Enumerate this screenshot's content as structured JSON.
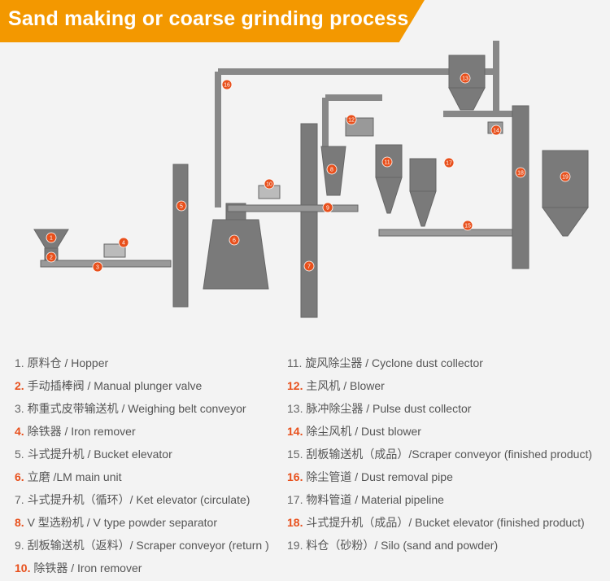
{
  "title": "Sand making or coarse grinding process",
  "colors": {
    "accent": "#f39800",
    "highlight": "#e8501c",
    "equipment": "#7a7a7a"
  },
  "legend_left": [
    {
      "num": "1.",
      "text": "原料仓 / Hopper",
      "hl": false
    },
    {
      "num": "2.",
      "text": "手动插棒阀 / Manual plunger valve",
      "hl": true
    },
    {
      "num": "3.",
      "text": "称重式皮带输送机 / Weighing belt conveyor",
      "hl": false
    },
    {
      "num": "4.",
      "text": "除铁器 / Iron remover",
      "hl": true
    },
    {
      "num": "5.",
      "text": "斗式提升机 / Bucket elevator",
      "hl": false
    },
    {
      "num": "6.",
      "text": "立磨 /LM main unit",
      "hl": true
    },
    {
      "num": "7.",
      "text": "斗式提升机（循环）/ Ket elevator (circulate)",
      "hl": false
    },
    {
      "num": "8.",
      "text": "V 型选粉机 / V type powder separator",
      "hl": true
    },
    {
      "num": "9.",
      "text": "刮板输送机（返料）/ Scraper conveyor (return )",
      "hl": false
    },
    {
      "num": "10.",
      "text": "除铁器 / Iron remover",
      "hl": true
    }
  ],
  "legend_right": [
    {
      "num": "11.",
      "text": "旋风除尘器 / Cyclone dust collector",
      "hl": false
    },
    {
      "num": "12.",
      "text": "主风机 / Blower",
      "hl": true
    },
    {
      "num": "13.",
      "text": "脉冲除尘器 / Pulse dust collector",
      "hl": false
    },
    {
      "num": "14.",
      "text": "除尘风机 / Dust blower",
      "hl": true
    },
    {
      "num": "15.",
      "text": "刮板输送机（成品）/Scraper conveyor (finished product)",
      "hl": false
    },
    {
      "num": "16.",
      "text": "除尘管道 / Dust removal pipe",
      "hl": true
    },
    {
      "num": "17.",
      "text": "物料管道 / Material pipeline",
      "hl": false
    },
    {
      "num": "18.",
      "text": "斗式提升机（成品）/ Bucket elevator (finished product)",
      "hl": true
    },
    {
      "num": "19.",
      "text": "料仓（砂粉）/ Silo (sand and powder)",
      "hl": false
    }
  ],
  "markers": [
    "1",
    "2",
    "3",
    "4",
    "5",
    "6",
    "7",
    "8",
    "9",
    "10",
    "11",
    "12",
    "13",
    "14",
    "15",
    "16",
    "17",
    "18",
    "19"
  ]
}
